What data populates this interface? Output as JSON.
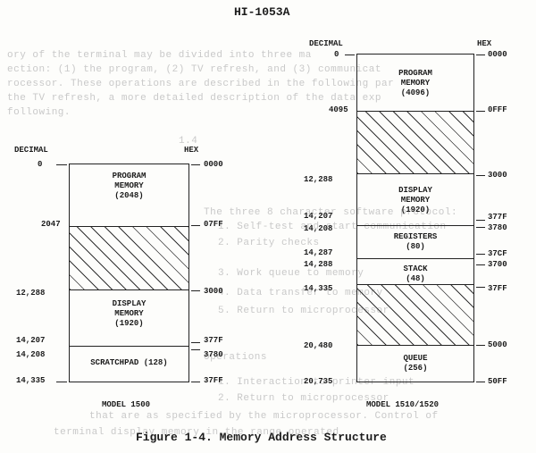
{
  "header": {
    "doc_id": "HI-1053A"
  },
  "background_text": [
    "ory of the terminal may be divided into three ma",
    "ection: (1) the program, (2) TV refresh, and (3) communicat",
    "rocessor. These operations are described in the following par",
    "the TV refresh, a more detailed description of the data exp",
    "following.",
    "1.4",
    "The three 8 character software protocol:",
    "1. Self-test and start communication",
    "2. Parity checks",
    "3. Work queue to memory",
    "4. Data transfer to memory",
    "5. Return to microprocessor",
    "Operations",
    "1. Interaction to printer input",
    "2. Return to microprocessor",
    "that are as specified by the microprocessor. Control of",
    "terminal display memory in the range operated"
  ],
  "model_1500": {
    "decimal_header": "DECIMAL",
    "hex_header": "HEX",
    "addresses": [
      {
        "dec": "0",
        "hex": "0000"
      },
      {
        "dec": "2047",
        "hex": "07FF"
      },
      {
        "dec": "12,288",
        "hex": "3000"
      },
      {
        "dec": "14,207",
        "hex": "377F"
      },
      {
        "dec": "14,208",
        "hex": "3780"
      },
      {
        "dec": "14,335",
        "hex": "37FF"
      }
    ],
    "regions": {
      "program": "PROGRAM\nMEMORY\n(2048)",
      "display": "DISPLAY\nMEMORY\n(1920)",
      "scratchpad": "SCRATCHPAD (128)"
    },
    "model_label": "MODEL 1500"
  },
  "model_1510": {
    "decimal_header": "DECIMAL",
    "hex_header": "HEX",
    "addresses": [
      {
        "dec": "0",
        "hex": "0000"
      },
      {
        "dec": "4095",
        "hex": "0FFF"
      },
      {
        "dec": "12,288",
        "hex": "3000"
      },
      {
        "dec": "14,207",
        "hex": "377F"
      },
      {
        "dec": "14,208",
        "hex": "3780"
      },
      {
        "dec": "14,287",
        "hex": "37CF"
      },
      {
        "dec": "14,288",
        "hex": "3700"
      },
      {
        "dec": "14,335",
        "hex": "37FF"
      },
      {
        "dec": "20,480",
        "hex": "5000"
      },
      {
        "dec": "20,735",
        "hex": "50FF"
      }
    ],
    "regions": {
      "program": "PROGRAM\nMEMORY\n(4096)",
      "display": "DISPLAY\nMEMORY\n(1920)",
      "registers": "REGISTERS\n(80)",
      "stack": "STACK\n(48)",
      "queue": "QUEUE\n(256)"
    },
    "model_label": "MODEL 1510/1520"
  },
  "caption": "Figure 1-4.  Memory Address Structure"
}
